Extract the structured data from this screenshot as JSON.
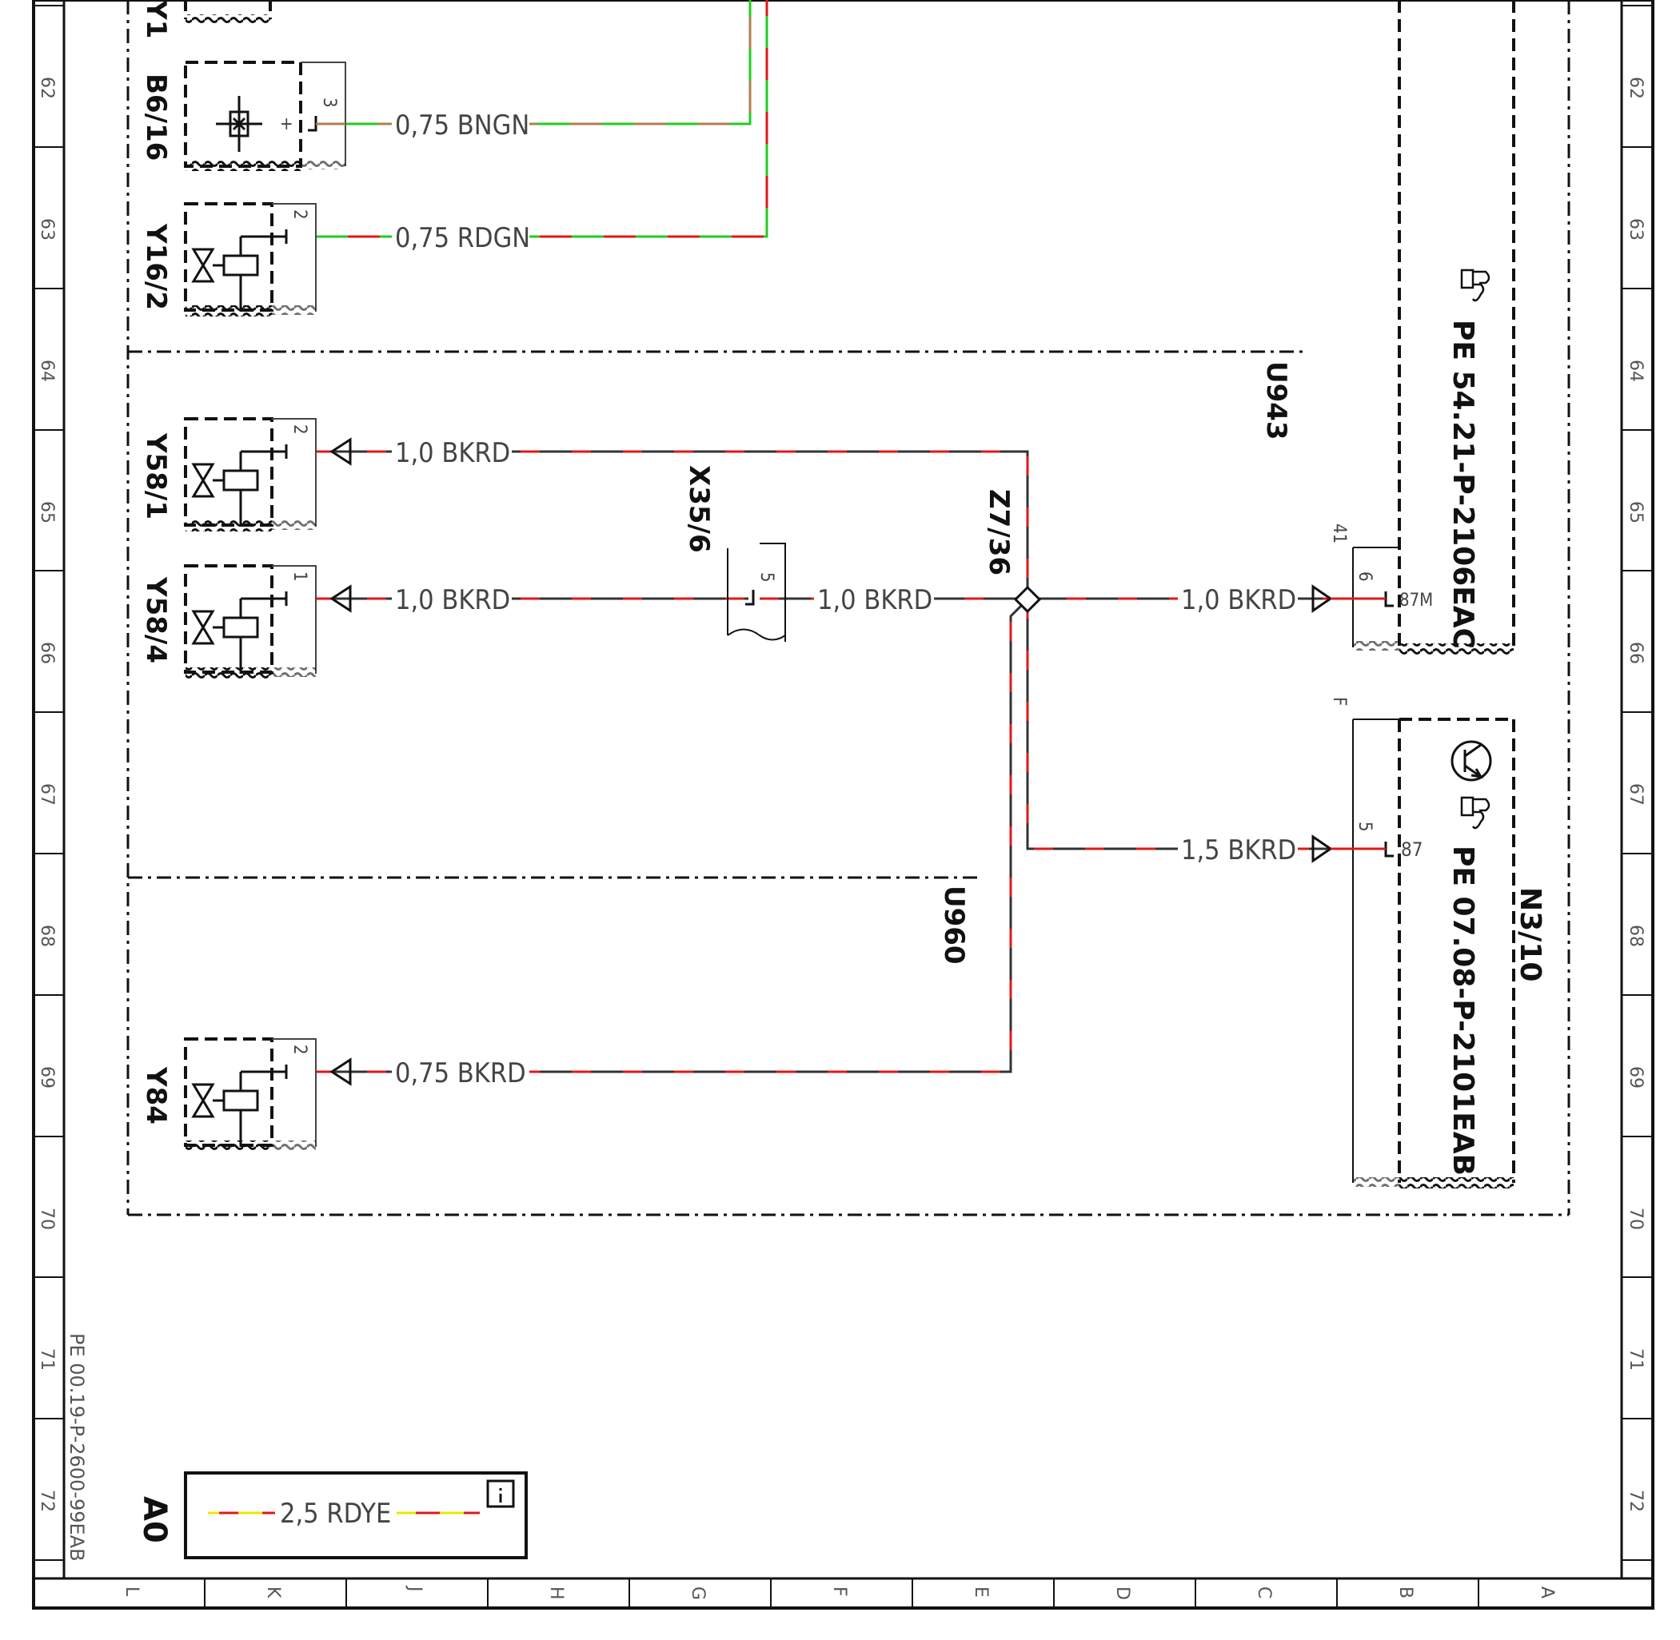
{
  "row_markers": [
    "62",
    "63",
    "64",
    "65",
    "66",
    "67",
    "68",
    "69",
    "70",
    "71",
    "72"
  ],
  "column_markers": [
    "L",
    "K",
    "J",
    "H",
    "G",
    "F",
    "E",
    "D",
    "C",
    "B",
    "A"
  ],
  "document_ref": "PE 00.19-P-2600-99EAB",
  "components": {
    "b6_16": "B6/16",
    "y16_2": "Y16/2",
    "y58_1": "Y58/1",
    "y58_4": "Y58/4",
    "y84": "Y84",
    "x35_6": "X35/6",
    "z7_36": "Z7/36",
    "u943": "U943",
    "u960": "U960",
    "n3_10": "N3/10",
    "a0": "A0",
    "top_partial": "Y1"
  },
  "references": {
    "ref1": "PE 54.21-P-2106EAC",
    "ref2": "PE 07.08-P-2101EAB"
  },
  "wires": {
    "w_bngn": "0,75 BNGN",
    "w_rdgn": "0,75 RDGN",
    "w_y58_1": "1,0 BKRD",
    "w_y58_4": "1,0 BKRD",
    "w_x35_out": "1,0 BKRD",
    "w_to_n3_87m": "1,0 BKRD",
    "w_to_n3_87": "1,5 BKRD",
    "w_y84": "0,75 BKRD",
    "w_a0": "2,5 RDYE"
  },
  "pins": {
    "b6_16_pin": "3",
    "b6_16_plus": "+",
    "y16_2_pin": "2",
    "y58_1_pin": "2",
    "y58_4_pin": "1",
    "y84_pin": "2",
    "x35_6_pin": "5",
    "n3_pin_6": "6",
    "n3_pin_5": "5",
    "n3_term_87m": "87M",
    "n3_term_87": "87",
    "n3_conn_41": "41",
    "n3_conn_f": "F"
  },
  "info_icon": "info-icon",
  "hand_icon": "pointing-hand-icon",
  "transistor_icon": "transistor-icon",
  "colors": {
    "black": "#111111",
    "red": "#e01818",
    "green": "#22cc22",
    "brown": "#b08050",
    "yellow": "#e8e800"
  }
}
